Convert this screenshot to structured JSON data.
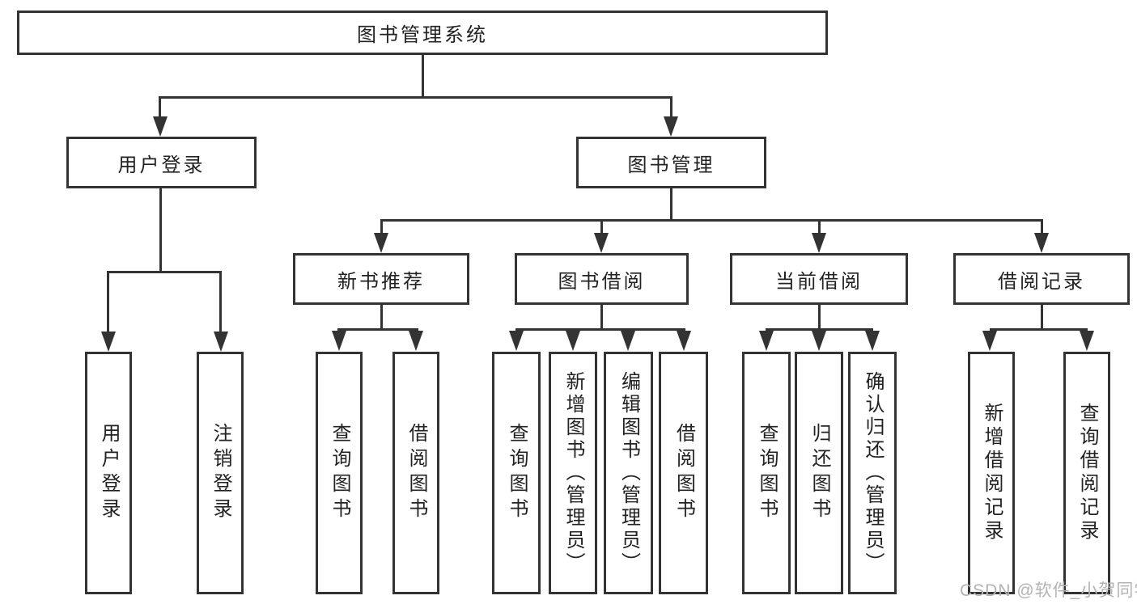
{
  "diagram": {
    "root": "图书管理系统",
    "level2": {
      "user_login": "用户登录",
      "book_mgmt": "图书管理"
    },
    "level3": {
      "new_books": "新书推荐",
      "borrow": "图书借阅",
      "current": "当前借阅",
      "records": "借阅记录"
    },
    "leaves": {
      "user_login": [
        "用户登录",
        "注销登录"
      ],
      "new_books": [
        "查询图书",
        "借阅图书"
      ],
      "borrow": [
        "查询图书",
        "新增图书（管理员）",
        "编辑图书（管理员）",
        "借阅图书"
      ],
      "current": [
        "查询图书",
        "归还图书",
        "确认归还（管理员）"
      ],
      "records": [
        "新增借阅记录",
        "查询借阅记录"
      ]
    },
    "colors": {
      "line": "#333333",
      "text": "#222222",
      "watermark": "#b3b3b3",
      "background": "#ffffff"
    },
    "watermark": "CSDN @软件_小贺同学"
  }
}
